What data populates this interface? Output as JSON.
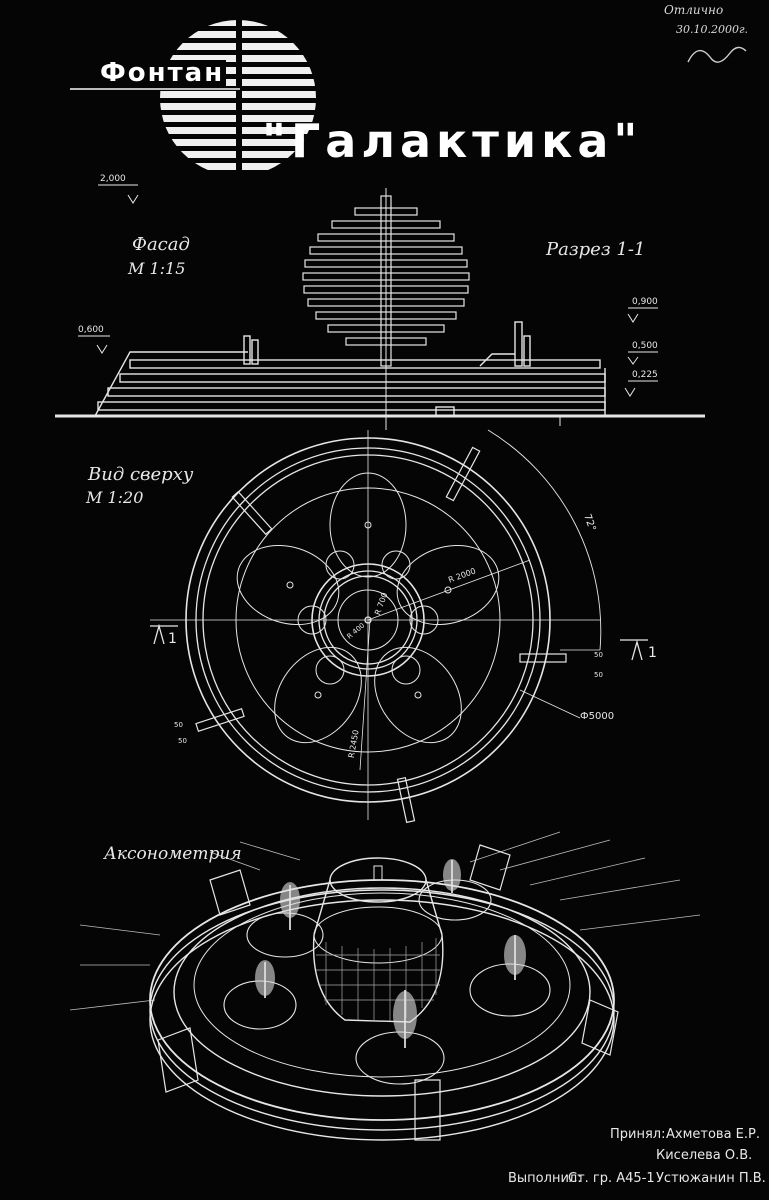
{
  "stamp": {
    "line1": "Отлично",
    "line2": "30.10.2000г."
  },
  "title": {
    "word1": "Фонтан",
    "word2": "\"Галактика\""
  },
  "facade": {
    "label": "Фасад",
    "scale": "М 1:15",
    "section_label": "Разрез 1-1",
    "levels": {
      "top": "2,000",
      "left": "0,600",
      "r1": "0,900",
      "r2": "0,500",
      "r3": "0,225"
    }
  },
  "plan": {
    "label": "Вид сверху",
    "scale": "М 1:20",
    "angle": "72°",
    "r_outer": "R 2000",
    "r_inner": "R 700",
    "r_core": "R 400",
    "r_bottom": "R 2450",
    "diameter": "Ф5000",
    "dim_right": "50",
    "dim_right2": "50",
    "dim_left": "50",
    "dim_left2": "50",
    "section_mark": "1"
  },
  "axon": {
    "label": "Аксонометрия"
  },
  "credits": {
    "accepted_label": "Принял:",
    "accepted1": "Ахметова Е.Р.",
    "accepted2": "Киселева О.В.",
    "done_label": "Выполнил:",
    "group": "Ст. гр. А45-1",
    "student": "Устюжанин П.В."
  }
}
